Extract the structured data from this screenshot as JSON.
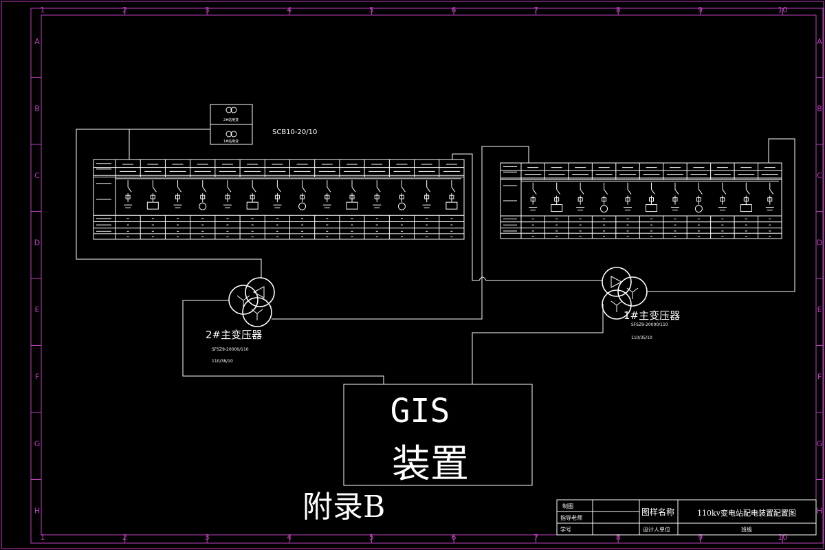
{
  "drawing": {
    "grid_columns": [
      "1",
      "2",
      "3",
      "4",
      "5",
      "6",
      "7",
      "8",
      "9",
      "10"
    ],
    "grid_rows": [
      "A",
      "B",
      "C",
      "D",
      "E",
      "F",
      "G",
      "H"
    ]
  },
  "station_transformers": {
    "label_top": "2#站用变",
    "label_bottom": "1#站用变",
    "model": "SCB10-20/10"
  },
  "transformer_2": {
    "name": "2#主变压器",
    "model": "SFSZ9-20000/110",
    "voltage": "110/38/10"
  },
  "transformer_1": {
    "name": "1#主变压器",
    "model": "SFSZ9-20000/110",
    "voltage": "110/35/10"
  },
  "gis": {
    "line1": "GIS",
    "line2": "装置"
  },
  "appendix": "附录B",
  "title_block": {
    "drawn_by": "制图",
    "advisor": "指导老师",
    "student_no": "学号",
    "drawing_name_label": "图样名称",
    "drawing_name": "110kv变电站配电装置配置图",
    "design_unit_label": "设计人单位",
    "class": "班级"
  }
}
